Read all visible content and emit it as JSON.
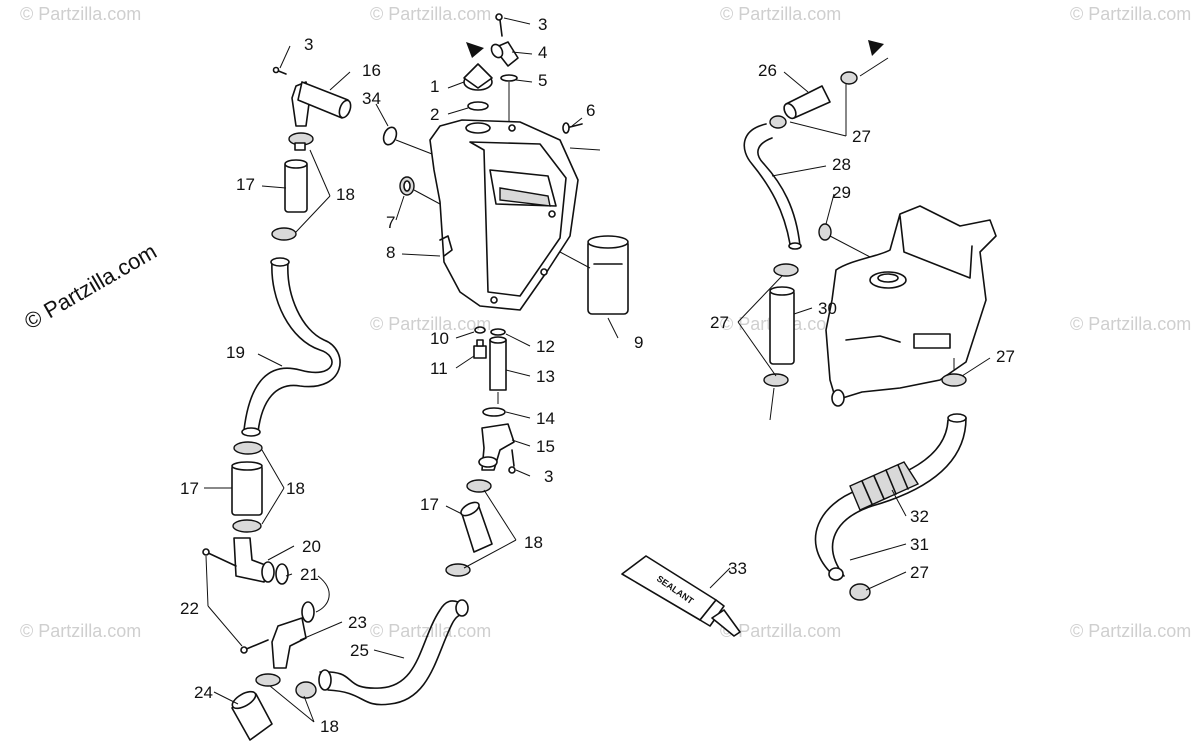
{
  "watermark": {
    "main": "© Partzilla.com",
    "tile": "© Partzilla.com"
  },
  "callouts": [
    "1",
    "2",
    "3",
    "4",
    "5",
    "6",
    "7",
    "8",
    "9",
    "10",
    "11",
    "12",
    "13",
    "14",
    "15",
    "16",
    "17",
    "18",
    "19",
    "20",
    "21",
    "22",
    "23",
    "24",
    "25",
    "26",
    "27",
    "28",
    "29",
    "30",
    "31",
    "32",
    "33",
    "34"
  ],
  "sealant_label": "SEALANT",
  "labels": {
    "c3a": "3",
    "c16": "16",
    "c34": "34",
    "c17a": "17",
    "c18a": "18",
    "c19": "19",
    "c17b": "17",
    "c18b": "18",
    "c20": "20",
    "c21": "21",
    "c22": "22",
    "c23": "23",
    "c24": "24",
    "c18c": "18",
    "c25": "25",
    "c3b": "3",
    "c4": "4",
    "c1": "1",
    "c5": "5",
    "c2": "2",
    "c6": "6",
    "c7": "7",
    "c8": "8",
    "c9": "9",
    "c10": "10",
    "c12": "12",
    "c11": "11",
    "c13": "13",
    "c14": "14",
    "c15": "15",
    "c3c": "3",
    "c17c": "17",
    "c18d": "18",
    "c26": "26",
    "c27a": "27",
    "c28": "28",
    "c29": "29",
    "c27b": "27",
    "c30": "30",
    "c27c": "27",
    "c32": "32",
    "c31": "31",
    "c27d": "27",
    "c33": "33"
  },
  "colors": {
    "ink": "#111111",
    "watermark": "#cfcfcf",
    "fill": "#ffffff"
  }
}
